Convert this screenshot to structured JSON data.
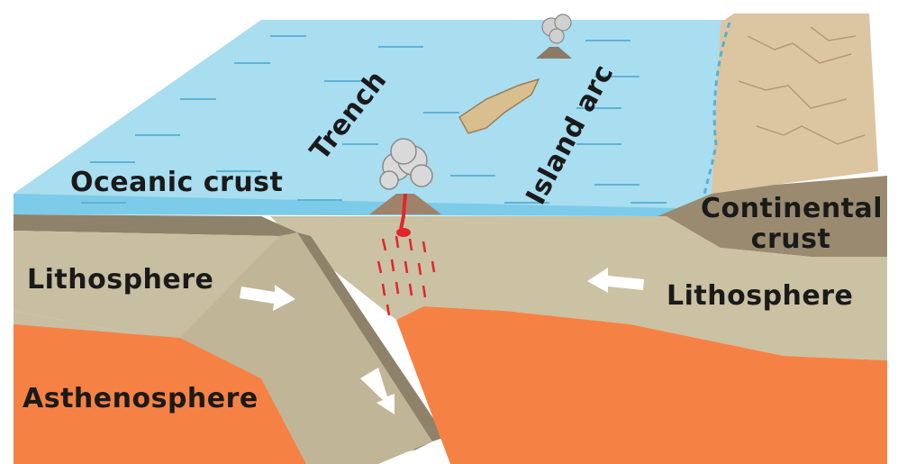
{
  "labels": {
    "oceanic_crust": "Oceanic crust",
    "trench": "Trench",
    "island_arc": "Island arc",
    "continental_crust_line1": "Continental",
    "continental_crust_line2": "crust",
    "lithosphere_left": "Lithosphere",
    "lithosphere_right": "Lithosphere",
    "asthenosphere": "Asthenosphere"
  },
  "colors": {
    "ocean": "#a6dcef",
    "ocean_edge": "#6fc4e3",
    "land": "#d9c3a0",
    "lithosphere": "#c8bea1",
    "crust_band": "#8f826b",
    "asthenosphere": "#f58244",
    "magma": "#e0262b",
    "arrow": "#ffffff"
  }
}
